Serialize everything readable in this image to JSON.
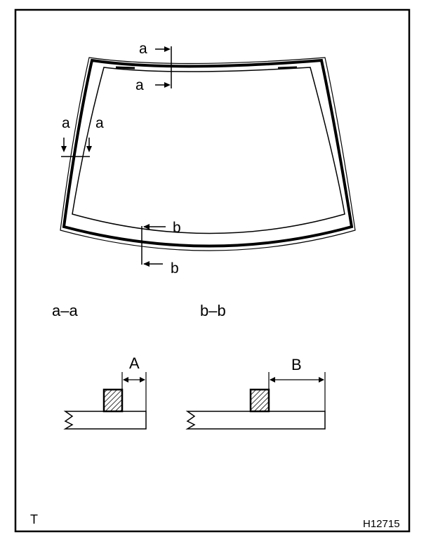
{
  "diagram": {
    "section_marks": {
      "a": "a",
      "b": "b"
    },
    "section_titles": {
      "aa": "a–a",
      "bb": "b–b"
    },
    "dimensions": {
      "A": "A",
      "B": "B"
    },
    "corner_code": "T",
    "figure_id": "H12715",
    "colors": {
      "line": "#000000",
      "background": "#ffffff"
    }
  }
}
